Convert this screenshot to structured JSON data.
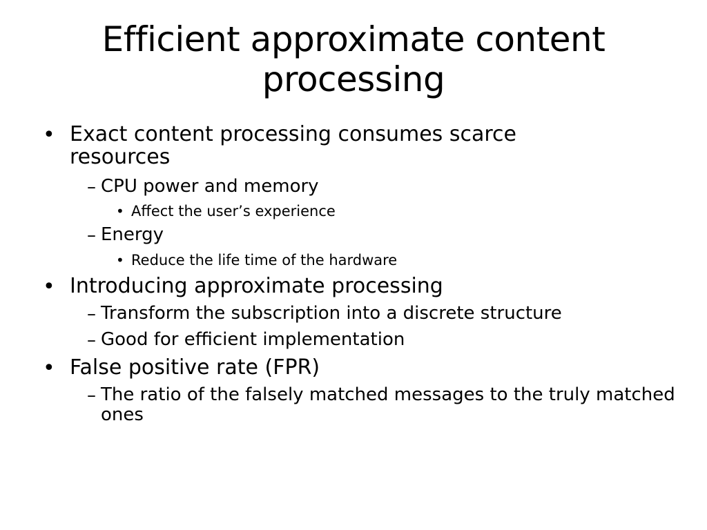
{
  "slide": {
    "title": "Efficient approximate content processing",
    "bullets": [
      {
        "level": 1,
        "marker": "•",
        "text": "Exact content processing consumes scarce resources"
      },
      {
        "level": 2,
        "marker": "–",
        "text": "CPU power and memory"
      },
      {
        "level": 3,
        "marker": "•",
        "text": "Affect the user’s experience"
      },
      {
        "level": 2,
        "marker": "–",
        "text": "Energy"
      },
      {
        "level": 3,
        "marker": "•",
        "text": "Reduce the life time of the hardware"
      },
      {
        "level": 1,
        "marker": "•",
        "text": "Introducing approximate processing"
      },
      {
        "level": 2,
        "marker": "–",
        "text": "Transform the subscription into a discrete structure"
      },
      {
        "level": 2,
        "marker": "–",
        "text": "Good for efficient implementation"
      },
      {
        "level": 1,
        "marker": "•",
        "text": "False positive rate (FPR)"
      },
      {
        "level": 2,
        "marker": "–",
        "text": "The ratio of the falsely matched messages to the truly matched ones"
      }
    ]
  }
}
